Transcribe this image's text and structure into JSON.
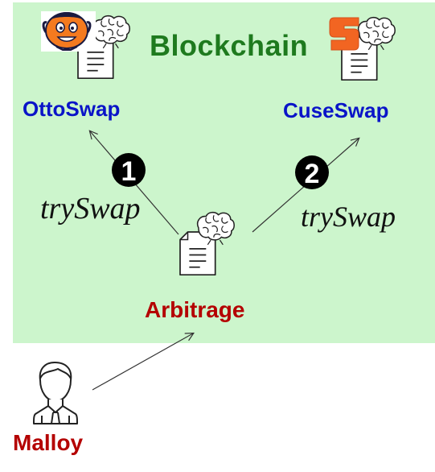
{
  "title": "Blockchain",
  "nodes": {
    "otto": "OttoSwap",
    "cuse": "CuseSwap",
    "arbitrage": "Arbitrage",
    "malloy": "Malloy"
  },
  "steps": [
    {
      "number": "1",
      "call": "trySwap"
    },
    {
      "number": "2",
      "call": "trySwap"
    }
  ],
  "colors": {
    "blockchain_bg": "#ccf5cc",
    "title": "#1e7a1e",
    "contract_label": "#0a14c8",
    "actor_label": "#b40000",
    "step_badge": "#000000",
    "otto_mascot": "#f47a1f",
    "cuse_logo": "#f26522"
  },
  "icons": {
    "contract": "smart-contract-icon (document with brain)",
    "otto_logo": "otto-mascot-icon",
    "cuse_logo": "syracuse-s-logo-icon",
    "user": "person-icon"
  }
}
